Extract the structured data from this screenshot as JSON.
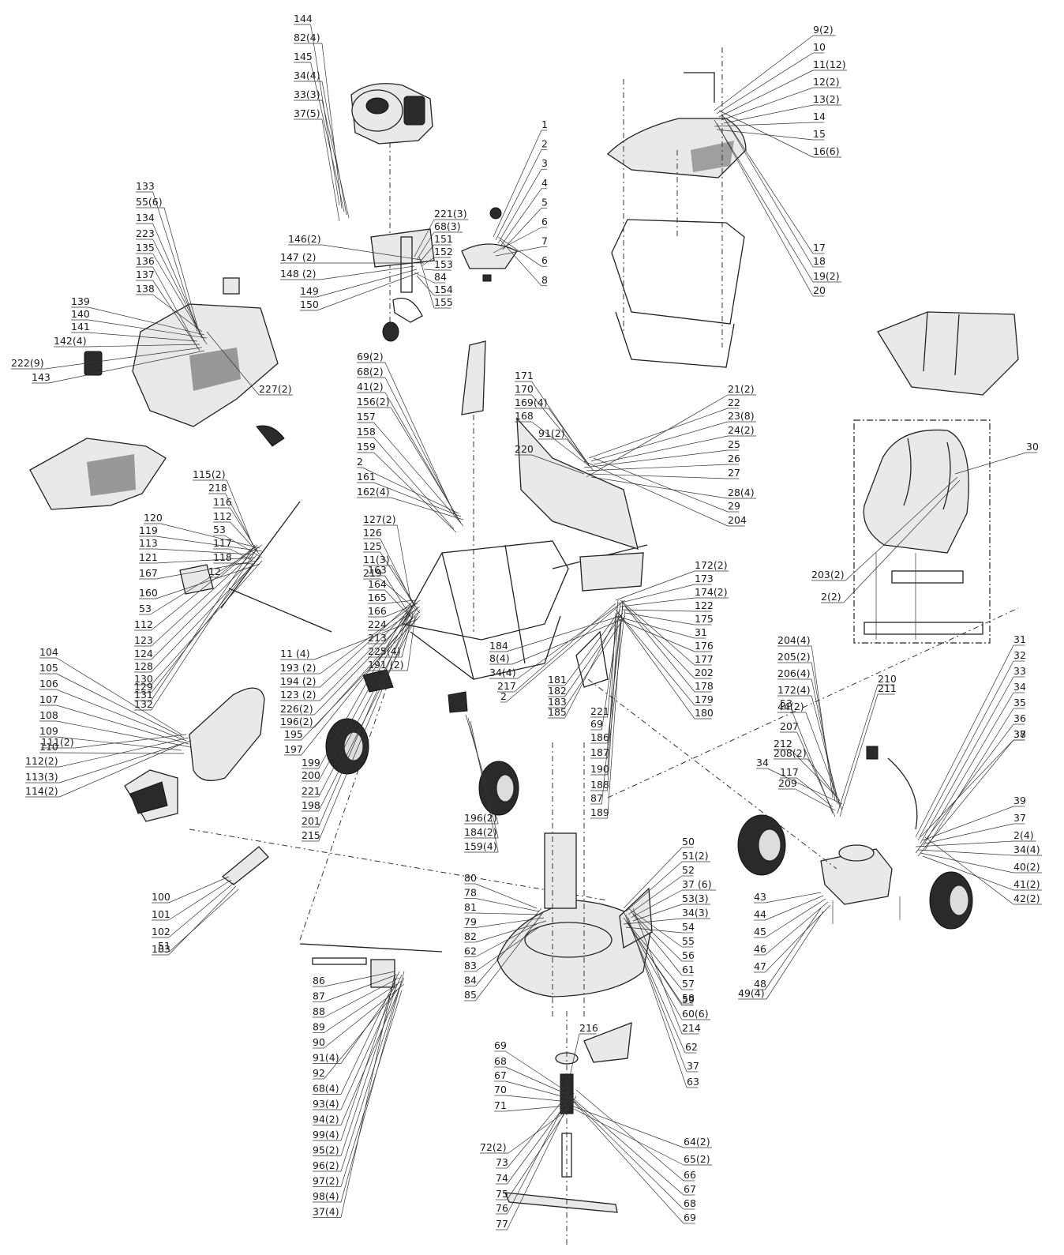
{
  "labels": {
    "engine": [
      "144",
      "82(4)",
      "145",
      "34(4)",
      "33(3)",
      "37(5)"
    ],
    "engine_plate": [
      "221(3)",
      "68(3)",
      "151",
      "152",
      "153",
      "84",
      "154",
      "155",
      "146(2)",
      "147 (2)",
      "148 (2)",
      "149",
      "150"
    ],
    "seat_rail": [
      "1",
      "2",
      "3",
      "4",
      "5",
      "6",
      "7",
      "6",
      "8"
    ],
    "grass_bag": [
      "9(2)",
      "10",
      "11(12)",
      "12(2)",
      "13(2)",
      "14",
      "15",
      "16(6)",
      "17",
      "18",
      "19(2)",
      "20"
    ],
    "hood": [
      "133",
      "55(6)",
      "134",
      "223",
      "135",
      "136",
      "137",
      "138",
      "139",
      "140",
      "141",
      "142(4)",
      "222(9)",
      "143",
      "227(2)"
    ],
    "steering_column": [
      "69(2)",
      "68(2)",
      "41(2)",
      "156(2)",
      "157",
      "158",
      "159",
      "2",
      "161",
      "162(4)"
    ],
    "dashboard": [
      "171",
      "170",
      "169(4)",
      "168",
      "91(2)",
      "220",
      "21(2)",
      "22",
      "23(8)",
      "24(2)",
      "25",
      "26",
      "27",
      "28(4)",
      "29",
      "204"
    ],
    "seat_box": [
      "30",
      "203(2)",
      "2(2)"
    ],
    "steering_arm": [
      "115(2)",
      "218",
      "116",
      "112",
      "53",
      "117",
      "118",
      "12",
      "120",
      "119",
      "113",
      "121",
      "167",
      "160",
      "53",
      "112",
      "123",
      "124",
      "128",
      "130",
      "129",
      "131",
      "132"
    ],
    "frame_center": [
      "127(2)",
      "126",
      "125",
      "11(3)",
      "219",
      "163",
      "164",
      "165",
      "166",
      "224",
      "213",
      "225(4)",
      "191 (2)",
      "11 (4)",
      "193 (2)",
      "194 (2)",
      "123 (2)",
      "226(2)",
      "196(2)",
      "195",
      "197",
      "199",
      "200",
      "221",
      "198",
      "201",
      "215"
    ],
    "frame_right": [
      "172(2)",
      "173",
      "174(2)",
      "122",
      "175",
      "31",
      "176",
      "177",
      "202",
      "178",
      "179",
      "180",
      "184",
      "8(4)",
      "34(4)",
      "217",
      "2",
      "181",
      "182",
      "183",
      "185",
      "221",
      "69",
      "186",
      "187",
      "190",
      "188",
      "87",
      "189"
    ],
    "front_wheel": [
      "196(2)",
      "184(2)",
      "159(4)"
    ],
    "chute": [
      "104",
      "105",
      "106",
      "107",
      "108",
      "109",
      "110",
      "111(2)",
      "112(2)",
      "113(3)",
      "114(2)"
    ],
    "chute_guard": [
      "100",
      "101",
      "102",
      "103",
      "51"
    ],
    "deck_linkage": [
      "86",
      "87",
      "88",
      "89",
      "90",
      "91(4)",
      "92",
      "68(4)",
      "93(4)",
      "94(2)",
      "99(4)",
      "95(2)",
      "96(2)",
      "97(2)",
      "98(4)",
      "37(4)"
    ],
    "deck_left": [
      "80",
      "78",
      "81",
      "79",
      "82",
      "62",
      "83",
      "84",
      "85"
    ],
    "deck_right": [
      "50",
      "51(2)",
      "52",
      "37 (6)",
      "53(3)",
      "34(3)",
      "54",
      "55",
      "56",
      "61",
      "57",
      "58",
      "59",
      "60(6)",
      "214",
      "62",
      "37",
      "63"
    ],
    "blade_spindle": [
      "216",
      "69",
      "68",
      "67",
      "70",
      "71",
      "72(2)",
      "73",
      "74",
      "75",
      "76",
      "77",
      "64(2)",
      "65(2)",
      "66",
      "67",
      "68",
      "69"
    ],
    "transaxle_top": [
      "204(4)",
      "205(2)",
      "206(4)",
      "172(4)",
      "44(2)",
      "53",
      "207",
      "212",
      "208(2)",
      "34",
      "117",
      "209",
      "210",
      "211"
    ],
    "transaxle_right": [
      "31",
      "32",
      "33",
      "34",
      "35",
      "36",
      "37",
      "38",
      "39",
      "37",
      "2(4)",
      "34(4)",
      "40(2)",
      "41(2)",
      "42(2)"
    ],
    "transaxle_bottom": [
      "43",
      "44",
      "45",
      "46",
      "47",
      "48",
      "49(4)"
    ]
  }
}
